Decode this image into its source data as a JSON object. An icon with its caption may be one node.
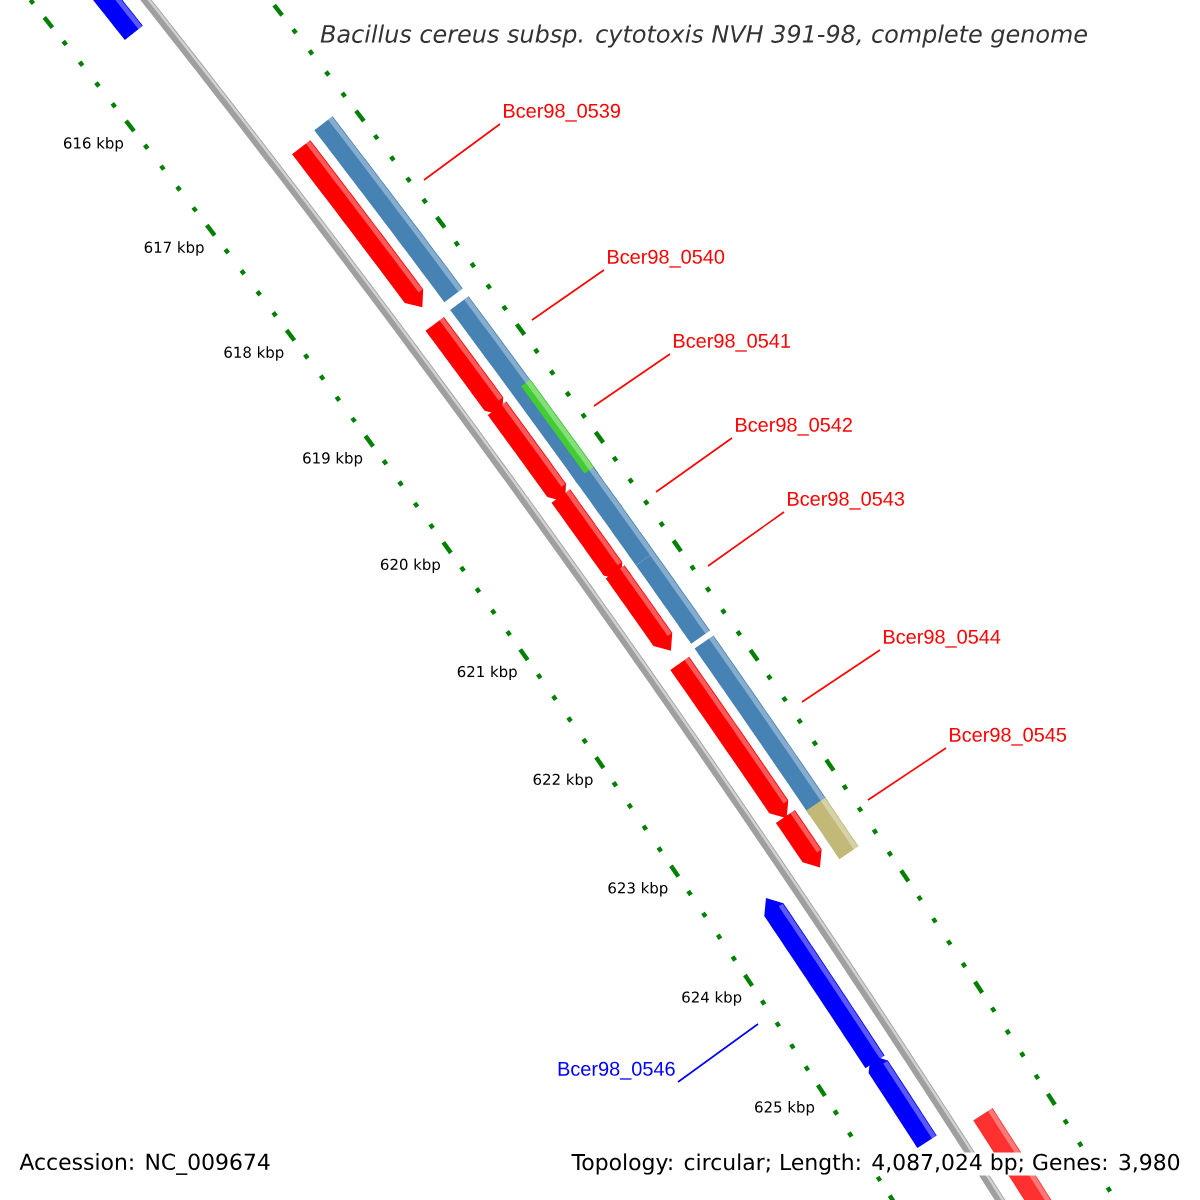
{
  "diagram": {
    "title": "Bacillus cereus subsp. cytotoxis NVH 391-98, complete genome",
    "nodes": [
      {
        "text": [
          "Bcer98_0539"
        ]
      },
      {
        "text": [
          "Bcer98_0540"
        ]
      },
      {
        "text": [
          "Bcer98_0541"
        ]
      },
      {
        "text": [
          "Bcer98_0542"
        ]
      },
      {
        "text": [
          "Bcer98_0543"
        ]
      },
      {
        "text": [
          "Bcer98_0544"
        ]
      },
      {
        "text": [
          "Bcer98_0545"
        ]
      },
      {
        "text": [
          "Bcer98_0546"
        ]
      }
    ],
    "edges": [
      {
        "from": 0,
        "to": null,
        "arrow": "none"
      },
      {
        "from": 1,
        "to": null,
        "arrow": "none"
      },
      {
        "from": 2,
        "to": null,
        "arrow": "none"
      },
      {
        "from": 3,
        "to": null,
        "arrow": "none"
      },
      {
        "from": 4,
        "to": null,
        "arrow": "none"
      },
      {
        "from": 5,
        "to": null,
        "arrow": "none"
      },
      {
        "from": 6,
        "to": null,
        "arrow": "none"
      },
      {
        "from": 7,
        "to": null,
        "arrow": "none",
        "color": "#0000ff"
      }
    ],
    "labels": [
      "616 kbp",
      "617 kbp",
      "618 kbp",
      "619 kbp",
      "620 kbp",
      "621 kbp",
      "622 kbp",
      "623 kbp",
      "624 kbp",
      "625 kbp",
      "Accession: NC_009674",
      "Topology: circular; Length: 4,087,024 bp; Genes: 3,980"
    ]
  }
}
